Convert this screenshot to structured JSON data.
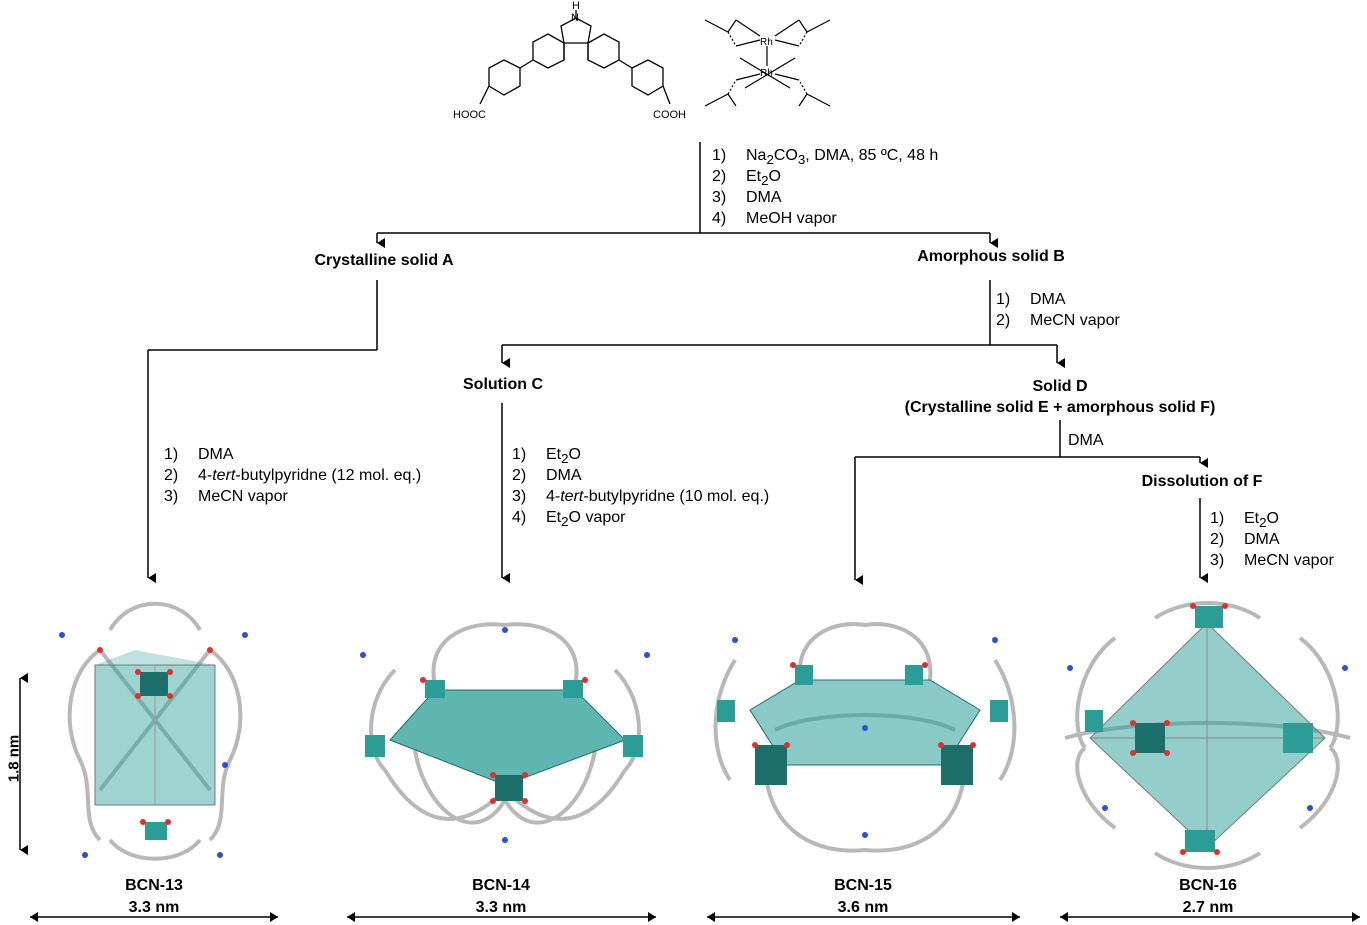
{
  "reagents": {
    "linker_nh": "H",
    "linker_n": "N",
    "linker_left_group": "HOOC",
    "linker_right_group": "COOH",
    "rh_atom_top": "Rh",
    "rh_atom_bottom": "Rh"
  },
  "step1_conditions": [
    {
      "num": "1)",
      "pre": "Na",
      "sub1": "2",
      "mid": "CO",
      "sub2": "3",
      "post": ", DMA, 85 ºC, 48 h"
    },
    {
      "num": "2)",
      "pre": "Et",
      "sub1": "2",
      "mid": "O",
      "sub2": "",
      "post": ""
    },
    {
      "num": "3)",
      "pre": "DMA",
      "sub1": "",
      "mid": "",
      "sub2": "",
      "post": ""
    },
    {
      "num": "4)",
      "pre": "MeOH vapor",
      "sub1": "",
      "mid": "",
      "sub2": "",
      "post": ""
    }
  ],
  "nodes": {
    "A": "Crystalline solid A",
    "B": "Amorphous solid B",
    "C": "Solution C",
    "D_line1": "Solid D",
    "D_line2": "(Crystalline solid E + amorphous solid F)",
    "F": "Dissolution of F"
  },
  "b_conditions": [
    {
      "num": "1)",
      "text": "DMA"
    },
    {
      "num": "2)",
      "text": "MeCN vapor"
    }
  ],
  "a_conditions": [
    {
      "num": "1)",
      "pre": "DMA",
      "ital": "",
      "post": ""
    },
    {
      "num": "2)",
      "pre": "4-",
      "ital": "tert",
      "post": "-butylpyridne (12 mol. eq.)"
    },
    {
      "num": "3)",
      "pre": "MeCN vapor",
      "ital": "",
      "post": ""
    }
  ],
  "c_conditions": [
    {
      "num": "1)",
      "pre": "Et",
      "sub": "2",
      "ital": "",
      "post": "O"
    },
    {
      "num": "2)",
      "pre": "DMA",
      "sub": "",
      "ital": "",
      "post": ""
    },
    {
      "num": "3)",
      "pre": "4-",
      "sub": "",
      "ital": "tert",
      "post": "-butylpyridne (10 mol. eq.)"
    },
    {
      "num": "4)",
      "pre": "Et",
      "sub": "2",
      "ital": "",
      "post": "O vapor"
    }
  ],
  "d_condition": "DMA",
  "f_conditions": [
    {
      "num": "1)",
      "pre": "Et",
      "sub": "2",
      "post": "O"
    },
    {
      "num": "2)",
      "pre": "DMA",
      "sub": "",
      "post": ""
    },
    {
      "num": "3)",
      "pre": "MeCN vapor",
      "sub": "",
      "post": ""
    }
  ],
  "height_label": "1.8 nm",
  "products": [
    {
      "name": "BCN-13",
      "size": "3.3 nm"
    },
    {
      "name": "BCN-14",
      "size": "3.3 nm"
    },
    {
      "name": "BCN-15",
      "size": "3.6 nm"
    },
    {
      "name": "BCN-16",
      "size": "2.7 nm"
    }
  ],
  "colors": {
    "teal": "#2a9d96",
    "teal_dark": "#1d6f6b",
    "oxygen": "#e0302a",
    "nitrogen": "#2b4fd6",
    "carbon": "#b8b8b8"
  }
}
